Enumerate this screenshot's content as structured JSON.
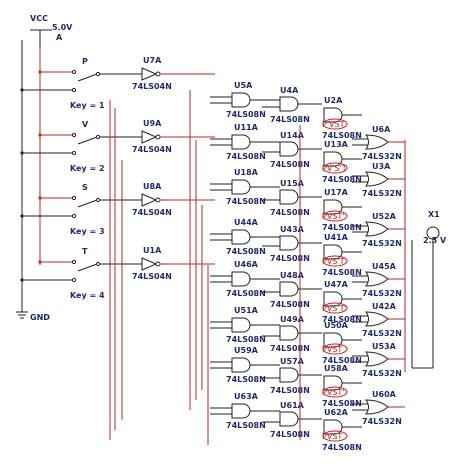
{
  "power": {
    "vcc_label": "VCC",
    "vcc_value": "5.0V",
    "vcc_unit": "A",
    "gnd_label": "GND"
  },
  "switches": [
    {
      "name": "P",
      "key": "Key = 1"
    },
    {
      "name": "V",
      "key": "Key = 2"
    },
    {
      "name": "S",
      "key": "Key = 3"
    },
    {
      "name": "T",
      "key": "Key = 4"
    }
  ],
  "inverters": [
    {
      "ref": "U7A",
      "part": "74LS04N"
    },
    {
      "ref": "U9A",
      "part": "74LS04N"
    },
    {
      "ref": "U8A",
      "part": "74LS04N"
    },
    {
      "ref": "U1A",
      "part": "74LS04N"
    }
  ],
  "col1_and": [
    {
      "ref": "U5A",
      "part": "74LS08N"
    },
    {
      "ref": "U11A",
      "part": "74LS08N"
    },
    {
      "ref": "U18A",
      "part": "74LS08N"
    },
    {
      "ref": "U44A",
      "part": "74LS08N"
    },
    {
      "ref": "U46A",
      "part": "74LS08N"
    },
    {
      "ref": "U51A",
      "part": "74LS08N"
    },
    {
      "ref": "U59A",
      "part": "74LS08N"
    },
    {
      "ref": "U63A",
      "part": "74LS08N"
    }
  ],
  "col2_and": [
    {
      "ref": "U4A",
      "part": "74LS08N"
    },
    {
      "ref": "U14A",
      "part": "74LS08N"
    },
    {
      "ref": "U15A",
      "part": "74LS08N"
    },
    {
      "ref": "U43A",
      "part": "74LS08N"
    },
    {
      "ref": "U48A",
      "part": "74LS08N"
    },
    {
      "ref": "U49A",
      "part": "74LS08N"
    },
    {
      "ref": "U57A",
      "part": "74LS08N"
    },
    {
      "ref": "U61A",
      "part": "74LS08N"
    }
  ],
  "col3_and": [
    {
      "ref": "U2A",
      "part": "74LS08N",
      "probe": "P'VST"
    },
    {
      "ref": "U13A",
      "part": "74LS08N",
      "probe": "PV'S'T"
    },
    {
      "ref": "U17A",
      "part": "74LS08N",
      "probe": "PVST'"
    },
    {
      "ref": "U41A",
      "part": "74LS08N",
      "probe": "PVS'T"
    },
    {
      "ref": "U47A",
      "part": "74LS08N",
      "probe": "PVS'T'"
    },
    {
      "ref": "U50A",
      "part": "74LS08N",
      "probe": "PVST"
    },
    {
      "ref": "U58A",
      "part": "74LS08N",
      "probe": "PVST'"
    },
    {
      "ref": "U62A",
      "part": "74LS08N",
      "probe": "PVST"
    }
  ],
  "or_gates": [
    {
      "ref": "U6A",
      "part": "74LS32N"
    },
    {
      "ref": "U3A",
      "part": "74LS32N"
    },
    {
      "ref": "U52A",
      "part": "74LS32N"
    },
    {
      "ref": "U45A",
      "part": "74LS32N"
    },
    {
      "ref": "U42A",
      "part": "74LS32N"
    },
    {
      "ref": "U53A",
      "part": "74LS32N"
    },
    {
      "ref": "U60A",
      "part": "74LS32N"
    }
  ],
  "probe": {
    "ref": "X1",
    "voltage": "2.5 V"
  }
}
